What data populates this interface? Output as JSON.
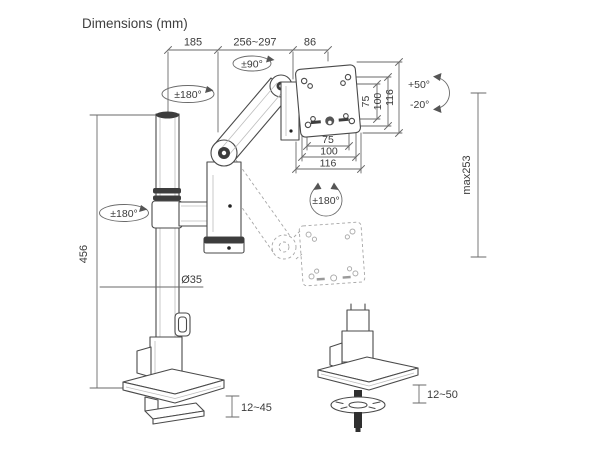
{
  "title": "Dimensions (mm)",
  "colors": {
    "line": "#4a4a4a",
    "text": "#3b3b3b",
    "ghost": "#a6a6a6",
    "background": "#ffffff"
  },
  "dimensions": {
    "top_segments": [
      "185",
      "256~297",
      "86"
    ],
    "pole_height": "456",
    "pole_diameter": "Ø35",
    "height_adjustment": "max253",
    "clamp_range": "12~45",
    "grommet_range": "12~50",
    "vesa_bottom": [
      "75",
      "100",
      "116"
    ],
    "vesa_side": [
      "75",
      "100",
      "116"
    ]
  },
  "rotations": {
    "joint_swivel": "±90°",
    "pole_swivel": "±180°",
    "arm_swivel": "±180°",
    "vesa_rotation": "±180°",
    "tilt_up": "+50°",
    "tilt_down": "-20°"
  }
}
